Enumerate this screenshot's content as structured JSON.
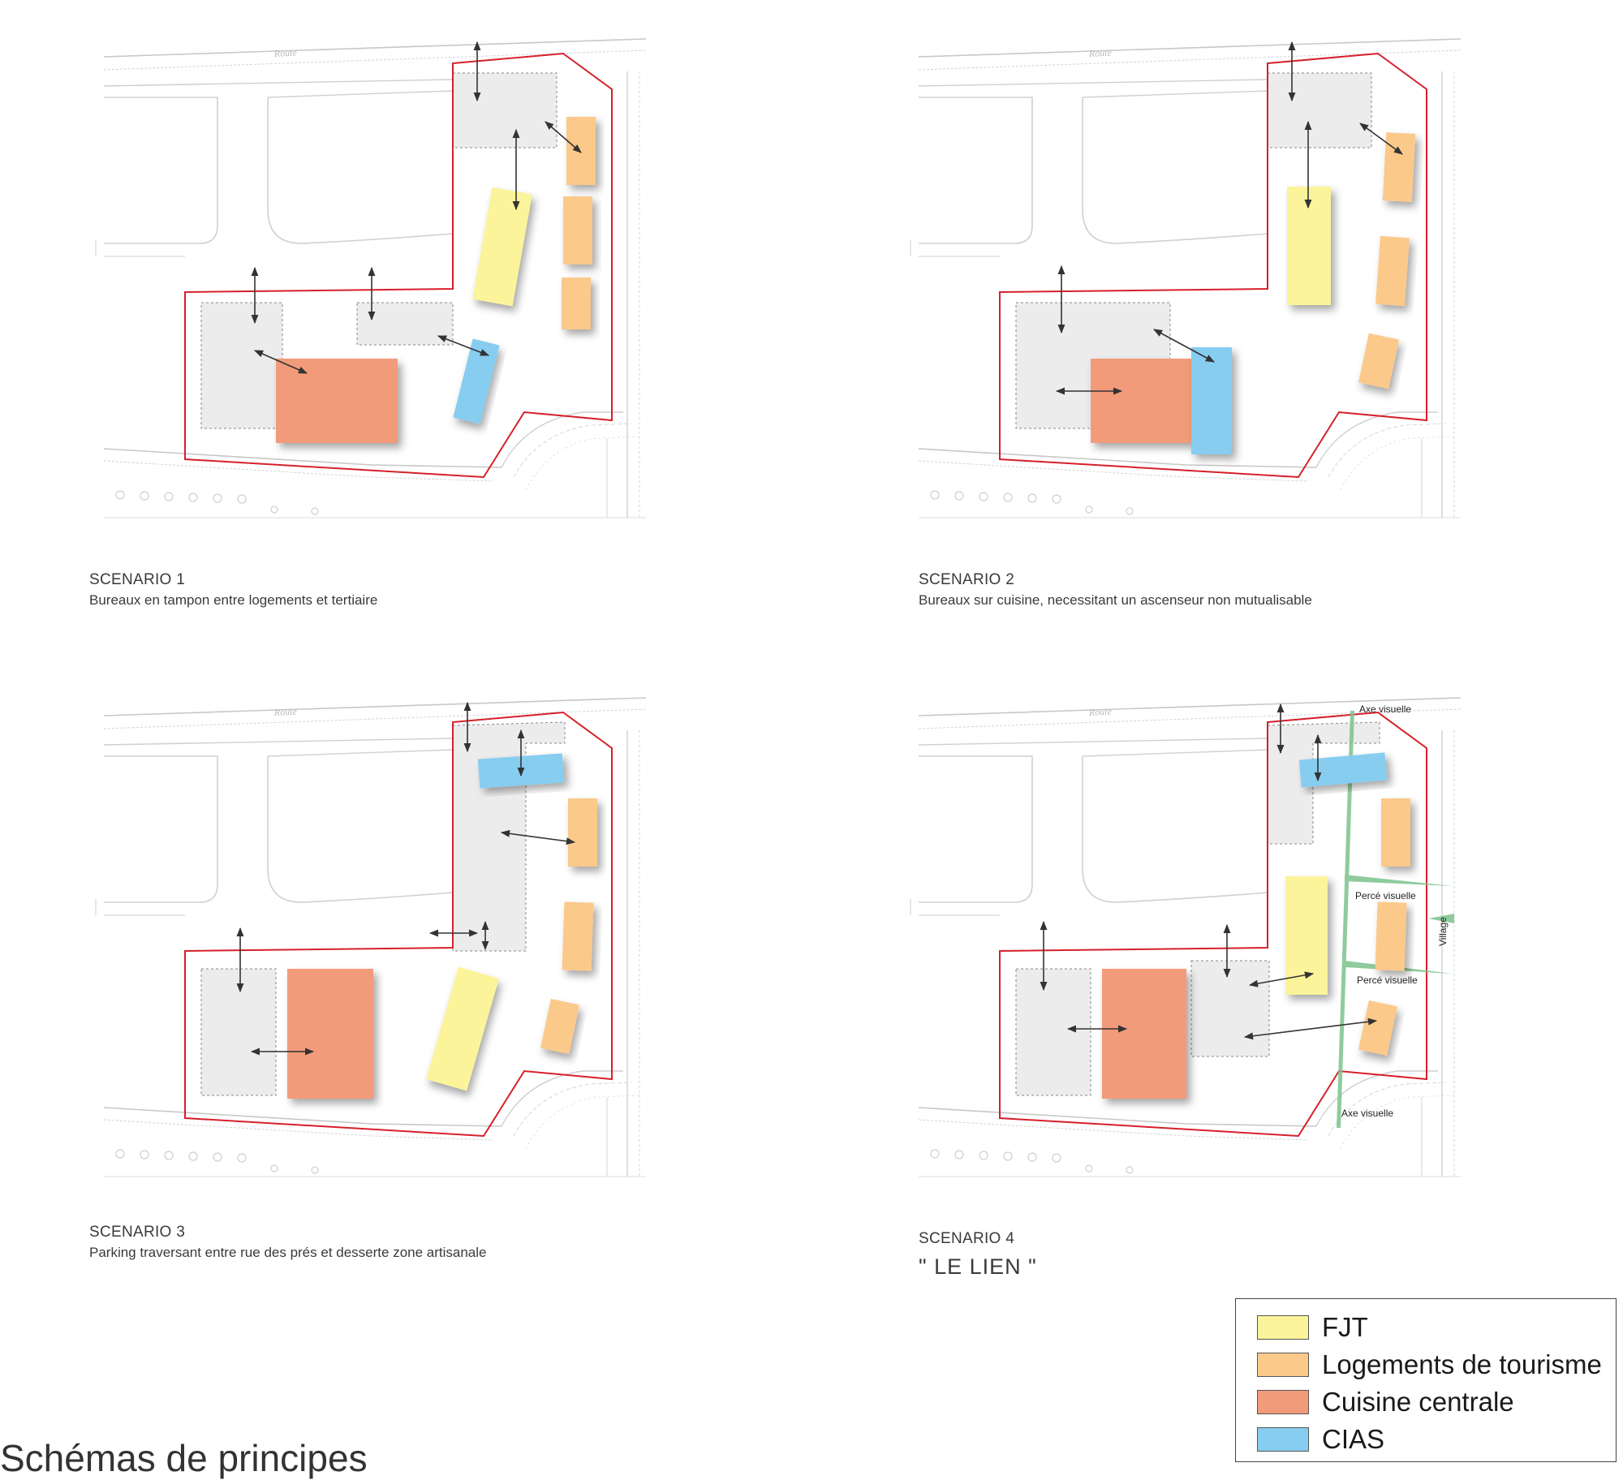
{
  "page": {
    "title": "Schémas de principes"
  },
  "colors": {
    "fjt": "#fbf49a",
    "logements": "#fbc98a",
    "cuisine": "#f29b7a",
    "cias": "#86cdf0",
    "boundary": "#d6202a",
    "zone": "#ececec",
    "visual_axis": "#7cc28d"
  },
  "map_labels": {
    "road": "Route",
    "axe_visuelle": "Axe visuelle",
    "perce_visuelle": "Percé visuelle",
    "village": "Village"
  },
  "scenarios": [
    {
      "title": "SCENARIO  1",
      "subtitle": "Bureaux en tampon entre logements et tertiaire"
    },
    {
      "title": "SCENARIO  2",
      "subtitle": "Bureaux sur cuisine, necessitant un ascenseur non mutualisable"
    },
    {
      "title": "SCENARIO  3",
      "subtitle": "Parking traversant entre rue des prés et desserte zone artisanale"
    },
    {
      "title": "SCENARIO  4",
      "subtitle": "\" LE LIEN \""
    }
  ],
  "legend": [
    {
      "label": "FJT",
      "color": "#fbf49a"
    },
    {
      "label": "Logements de tourisme",
      "color": "#fbc98a"
    },
    {
      "label": "Cuisine centrale",
      "color": "#f29b7a"
    },
    {
      "label": "CIAS",
      "color": "#86cdf0"
    }
  ]
}
